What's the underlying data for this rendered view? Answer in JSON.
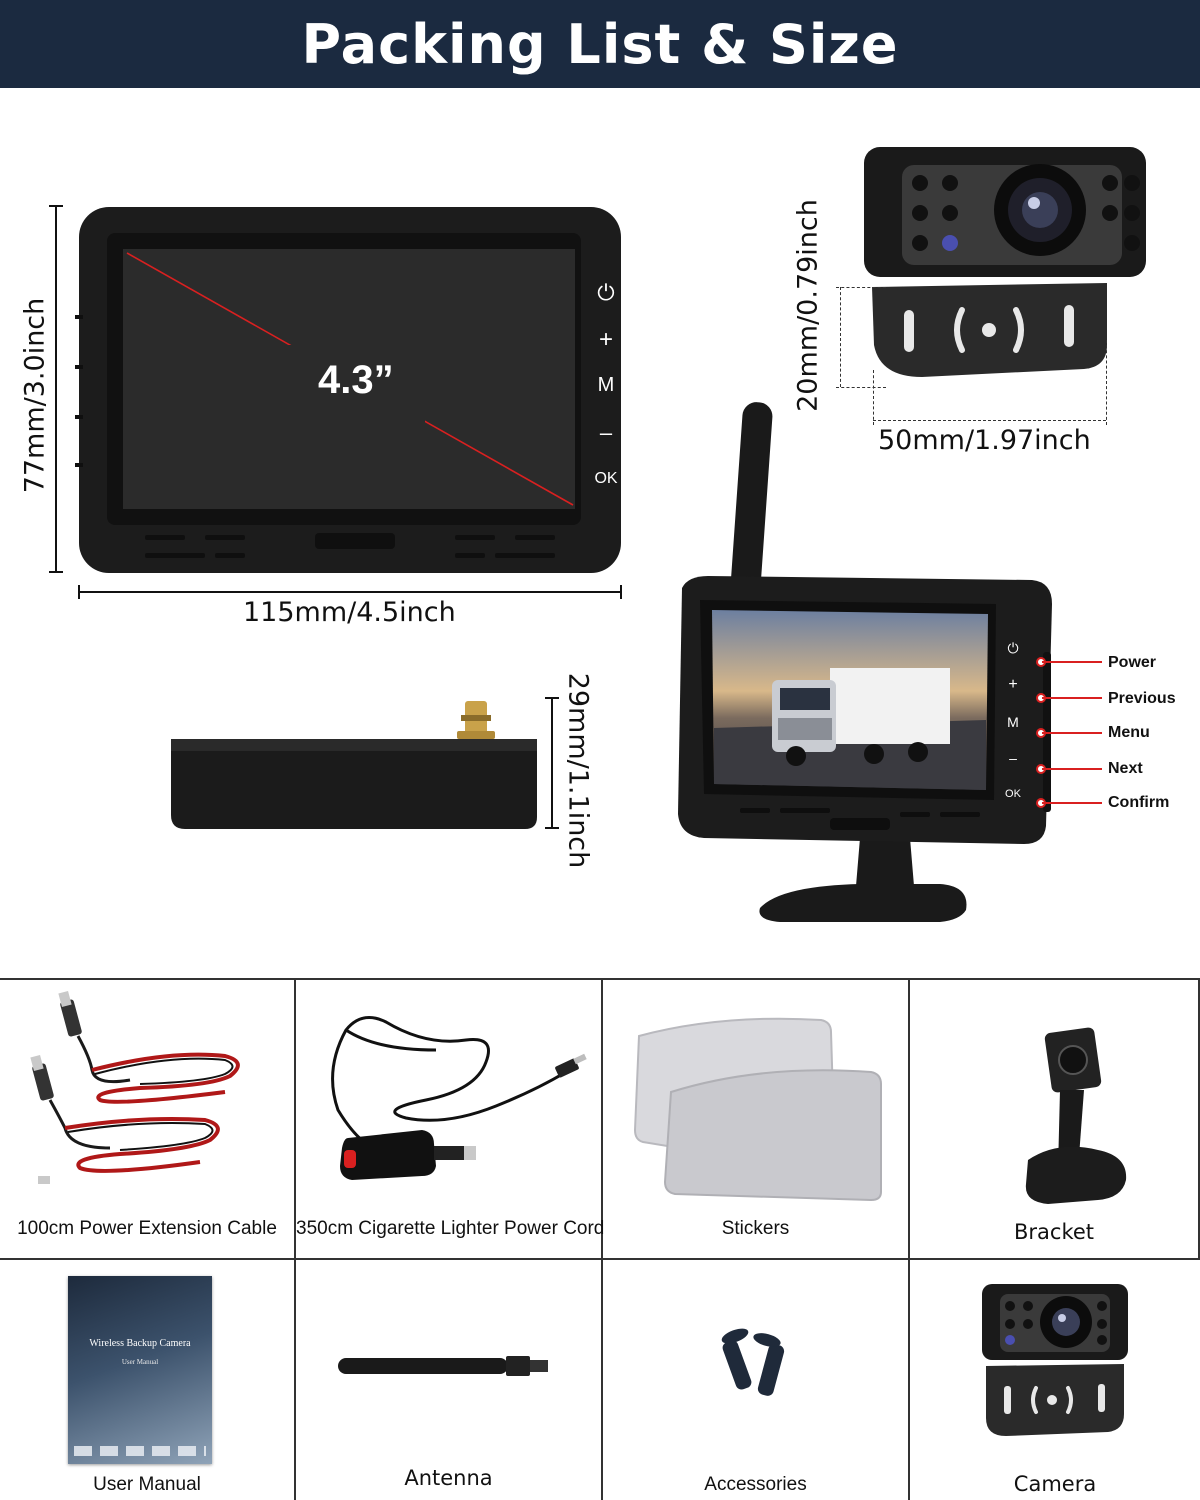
{
  "header": {
    "title": "Packing List & Size"
  },
  "monitor_diagram": {
    "screen_size": "4.3”",
    "width_label": "115mm/4.5inch",
    "height_label": "77mm/3.0inch",
    "buttons": [
      "⏻",
      "+",
      "M",
      "–",
      "OK"
    ]
  },
  "camera_diagram": {
    "height_label": "20mm/0.79inch",
    "width_label": "50mm/1.97inch"
  },
  "receiver_diagram": {
    "height_label": "29mm/1.1inch"
  },
  "live_monitor": {
    "buttons": [
      "⏻",
      "+",
      "M",
      "–",
      "OK"
    ],
    "callouts": [
      "Power",
      "Previous",
      "Menu",
      "Next",
      "Confirm"
    ]
  },
  "packing_list": {
    "items": [
      "100cm Power Extension Cable",
      "350cm Cigarette Lighter Power Cord",
      "Stickers",
      "Bracket",
      "User Manual",
      "Antenna",
      "Accessories",
      "Camera"
    ],
    "manual_cover": {
      "title": "Wireless Backup Camera",
      "subtitle": "User Manual"
    }
  },
  "colors": {
    "banner": "#1b2a40",
    "accent_red": "#d92020",
    "device_black": "#1c1c1c"
  }
}
